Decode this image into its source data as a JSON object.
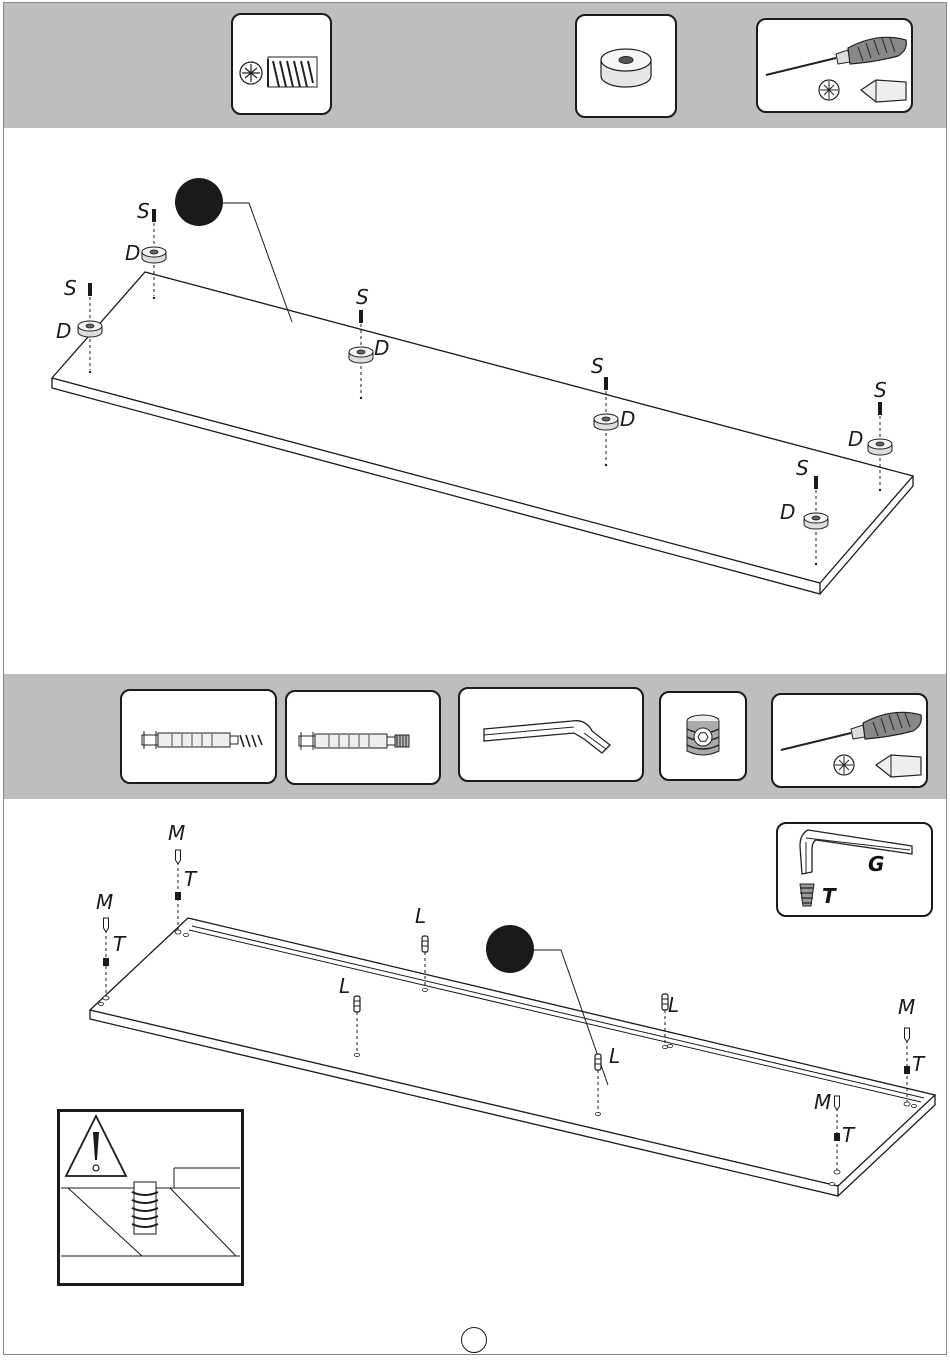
{
  "step1": {
    "hardware": [
      {
        "name": "screw-icon"
      },
      {
        "name": "cam-disc-icon"
      },
      {
        "name": "screwdriver-icon"
      }
    ],
    "labels": {
      "screw": "S",
      "disc": "D"
    },
    "colors": {
      "band": "#bcbec0",
      "line": "#1a1a1a",
      "callout": "#1a1a1a"
    }
  },
  "step2": {
    "hardware": [
      {
        "name": "cam-bolt-wood-icon"
      },
      {
        "name": "cam-bolt-metric-icon"
      },
      {
        "name": "allen-key-icon"
      },
      {
        "name": "threaded-insert-icon"
      },
      {
        "name": "screwdriver-icon"
      }
    ],
    "labels": {
      "bolt": "M",
      "insert": "T",
      "dowel": "L"
    },
    "legend": {
      "key": "G",
      "insert": "T"
    }
  },
  "warning": {
    "icon": "warning-triangle-icon"
  },
  "page_number": ""
}
